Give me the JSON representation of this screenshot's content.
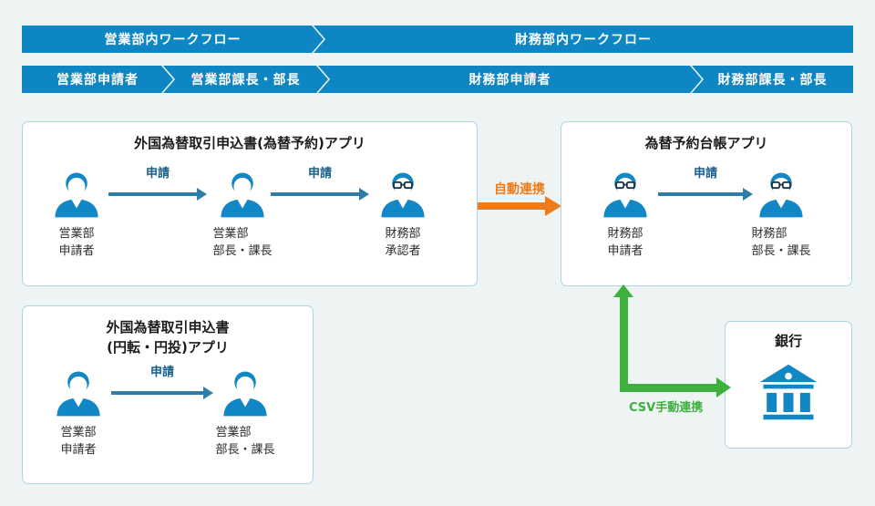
{
  "colors": {
    "banner_blue": "#0e86c4",
    "person_blue": "#1187c5",
    "arrow_blue": "#2e7ca8",
    "auto_link_orange": "#ec7d1f",
    "csv_link_green": "#3db03d",
    "box_border_blue": "#abd4e9",
    "background": "#eef3f4"
  },
  "workflow_banners": {
    "row1": [
      {
        "label": "営業部内ワークフロー"
      },
      {
        "label": "財務部内ワークフロー"
      }
    ],
    "row2": [
      {
        "label": "営業部申請者"
      },
      {
        "label": "営業部課長・部長"
      },
      {
        "label": "財務部申請者"
      },
      {
        "label": "財務部課長・部長"
      }
    ]
  },
  "fx_forward_app": {
    "title": "外国為替取引申込書(為替予約)アプリ",
    "persons": [
      {
        "dept": "営業部",
        "role": "申請者"
      },
      {
        "dept": "営業部",
        "role": "部長・課長"
      },
      {
        "dept": "財務部",
        "role": "承認者"
      }
    ],
    "arrow1_label": "申請",
    "arrow2_label": "申請"
  },
  "ledger_app": {
    "title": "為替予約台帳アプリ",
    "persons": [
      {
        "dept": "財務部",
        "role": "申請者"
      },
      {
        "dept": "財務部",
        "role": "部長・課長"
      }
    ],
    "arrow_label": "申請"
  },
  "yen_app": {
    "title_line1": "外国為替取引申込書",
    "title_line2": "(円転・円投)アプリ",
    "persons": [
      {
        "dept": "営業部",
        "role": "申請者"
      },
      {
        "dept": "営業部",
        "role": "部長・課長"
      }
    ],
    "arrow_label": "申請"
  },
  "bank": {
    "title": "銀行"
  },
  "connectors": {
    "auto_label": "自動連携",
    "csv_label": "CSV手動連携"
  }
}
